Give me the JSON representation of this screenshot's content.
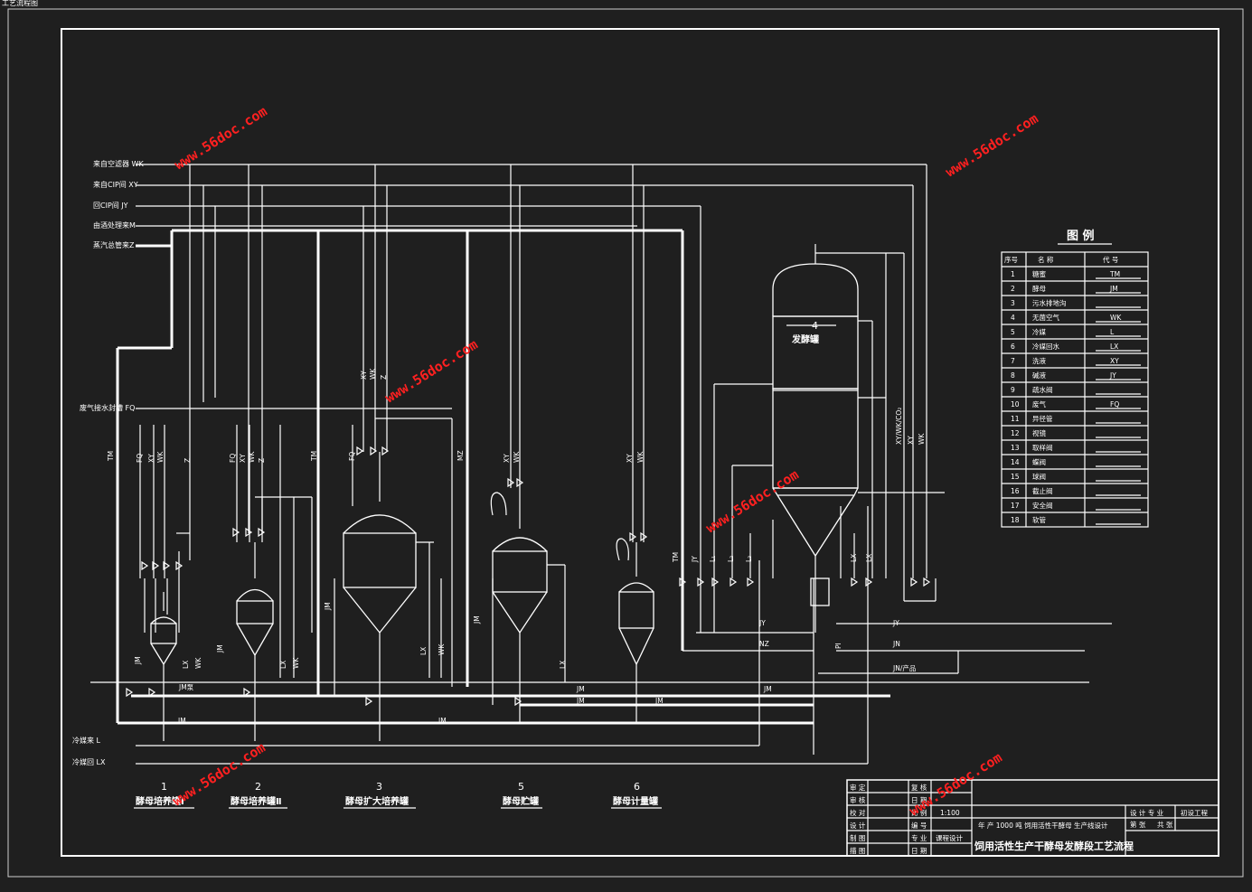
{
  "window": {
    "title": "工艺流程图"
  },
  "watermark": "www.56doc.com",
  "inlet_lines": [
    {
      "label": "来自空滤器 WK"
    },
    {
      "label": "来自CIP间 XY"
    },
    {
      "label": "回CIP间 JY"
    },
    {
      "label": "由酒处理来M"
    },
    {
      "label": "蒸汽总管来Z"
    }
  ],
  "waste_line": "废气接水封槽 FQ",
  "cooling_in": "冷媒来 L",
  "cooling_out": "冷媒回 LX",
  "vessels": [
    {
      "number": "1",
      "name": "酵母培养罐Ⅰ"
    },
    {
      "number": "2",
      "name": "酵母培养罐Ⅱ"
    },
    {
      "number": "3",
      "name": "酵母扩大培养罐"
    },
    {
      "number": "5",
      "name": "酵母贮罐"
    },
    {
      "number": "6",
      "name": "酵母计量罐"
    },
    {
      "number": "4",
      "name": "发酵罐"
    }
  ],
  "vertical_codes": {
    "tm": "TM",
    "fq": "FQ",
    "xy": "XY",
    "wk": "WK",
    "z": "Z",
    "mz": "MZ",
    "lx": "LX",
    "jm": "JM",
    "jy": "JY",
    "l1": "L₁",
    "l2": "L₂",
    "l3": "L₃",
    "xywkco2": "XY/WK/CO₂",
    "pi": "PI",
    "jm_pump": "JM泵"
  },
  "bottom_codes": {
    "jm": "JM",
    "jy": "JY",
    "nz": "NZ",
    "jn": "JN",
    "jn_prod": "JN/产品"
  },
  "legend": {
    "title": "图 例",
    "headers": [
      "序号",
      "名 称",
      "代 号"
    ],
    "rows": [
      {
        "no": "1",
        "name": "糖蜜",
        "code": "TM"
      },
      {
        "no": "2",
        "name": "酵母",
        "code": "JM"
      },
      {
        "no": "3",
        "name": "污水排地沟",
        "code": ""
      },
      {
        "no": "4",
        "name": "无菌空气",
        "code": "WK"
      },
      {
        "no": "5",
        "name": "冷媒",
        "code": "L"
      },
      {
        "no": "6",
        "name": "冷媒回水",
        "code": "LX"
      },
      {
        "no": "7",
        "name": "洗液",
        "code": "XY"
      },
      {
        "no": "8",
        "name": "碱液",
        "code": "JY"
      },
      {
        "no": "9",
        "name": "疏水阀",
        "code": ""
      },
      {
        "no": "10",
        "name": "废气",
        "code": "FQ"
      },
      {
        "no": "11",
        "name": "异径管",
        "code": ""
      },
      {
        "no": "12",
        "name": "视镜",
        "code": ""
      },
      {
        "no": "13",
        "name": "取样阀",
        "code": ""
      },
      {
        "no": "14",
        "name": "蝶阀",
        "code": ""
      },
      {
        "no": "15",
        "name": "球阀",
        "code": ""
      },
      {
        "no": "16",
        "name": "截止阀",
        "code": ""
      },
      {
        "no": "17",
        "name": "安全阀",
        "code": ""
      },
      {
        "no": "18",
        "name": "软管",
        "code": ""
      }
    ]
  },
  "title_block": {
    "left_labels": [
      "审 定",
      "审 核",
      "校 对",
      "设 计",
      "制 图",
      "描 图"
    ],
    "mid_labels": [
      "复 核",
      "日 期",
      "比 例",
      "编 号",
      "专 业",
      "日 期"
    ],
    "scale": "1:100",
    "dept": "课程设计",
    "project": "年 产 1000 吨 饲用活性干酵母 生产线设计",
    "drawing_title": "饲用活性生产干酵母发酵段工艺流程",
    "phase_label": "设 计 专 业",
    "phase_value": "初设工程",
    "sheet_label": "第 张",
    "sheet_total": "共 张"
  }
}
